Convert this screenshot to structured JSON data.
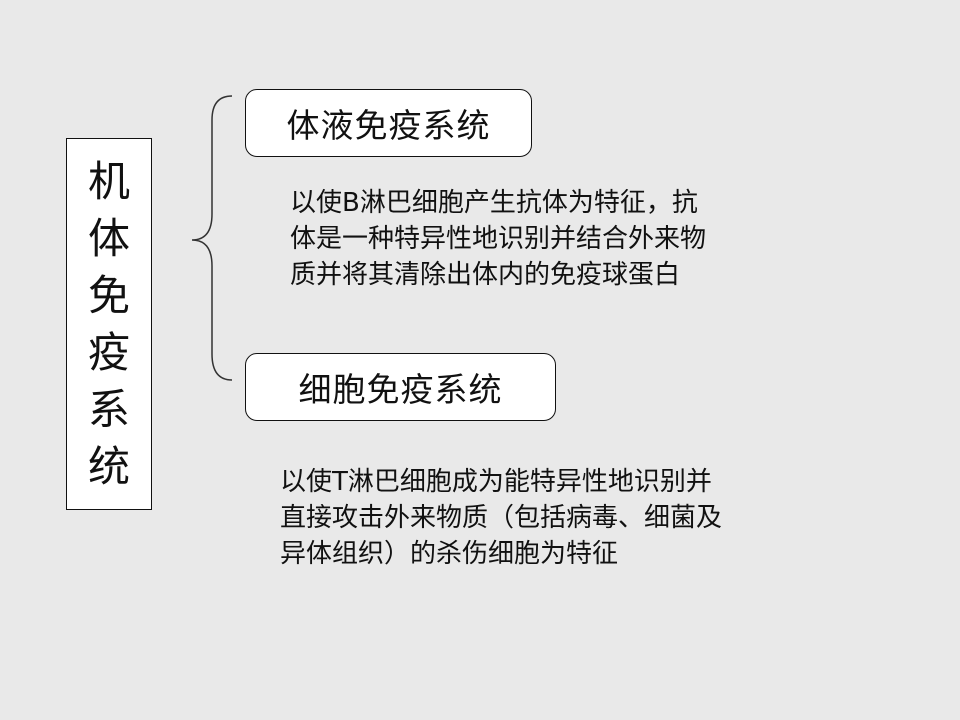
{
  "root": {
    "chars": [
      "机",
      "体",
      "免",
      "疫",
      "系",
      "统"
    ]
  },
  "branches": [
    {
      "title": "体液免疫系统",
      "description": [
        "以使B淋巴细胞产生抗体为特征，抗",
        "体是一种特异性地识别并结合外来物",
        "质并将其清除出体内的免疫球蛋白"
      ]
    },
    {
      "title": "细胞免疫系统",
      "description": [
        "以使T淋巴细胞成为能特异性地识别并",
        "直接攻击外来物质（包括病毒、细菌及",
        "异体组织）的杀伤细胞为特征"
      ]
    }
  ]
}
